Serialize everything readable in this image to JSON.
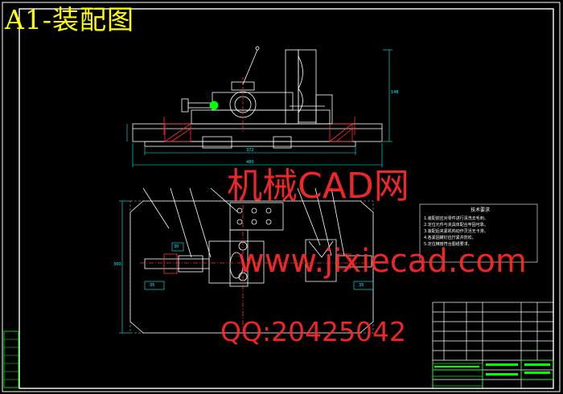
{
  "title": "A1-装配图",
  "watermark": {
    "line1": "机械CAD网",
    "line2": "www.jixiecad.com",
    "line3": "QQ:20425042"
  },
  "technical_notes": {
    "heading": "技术要求",
    "items": [
      "1.装配前应对零件进行清洗去毛刺。",
      "2.定位元件与夹具体配合牢固可靠。",
      "3.装配后夹紧机构动作灵活无卡滞。",
      "4.各紧固螺钉应拧紧并防松。",
      "5.定位精度符合图纸要求。"
    ]
  },
  "dimensions": {
    "front_width": "372",
    "front_total": "480",
    "height": "148",
    "plan_height": "300",
    "small_left": "35",
    "small_right": "35",
    "mid": "30"
  },
  "colors": {
    "background": "#000000",
    "frame": "#ffffff",
    "title": "#ffff00",
    "watermark": "#ff2b2b",
    "dimension": "#00ffff",
    "center_line": "#ff3030",
    "accent_green": "#00ff00"
  }
}
